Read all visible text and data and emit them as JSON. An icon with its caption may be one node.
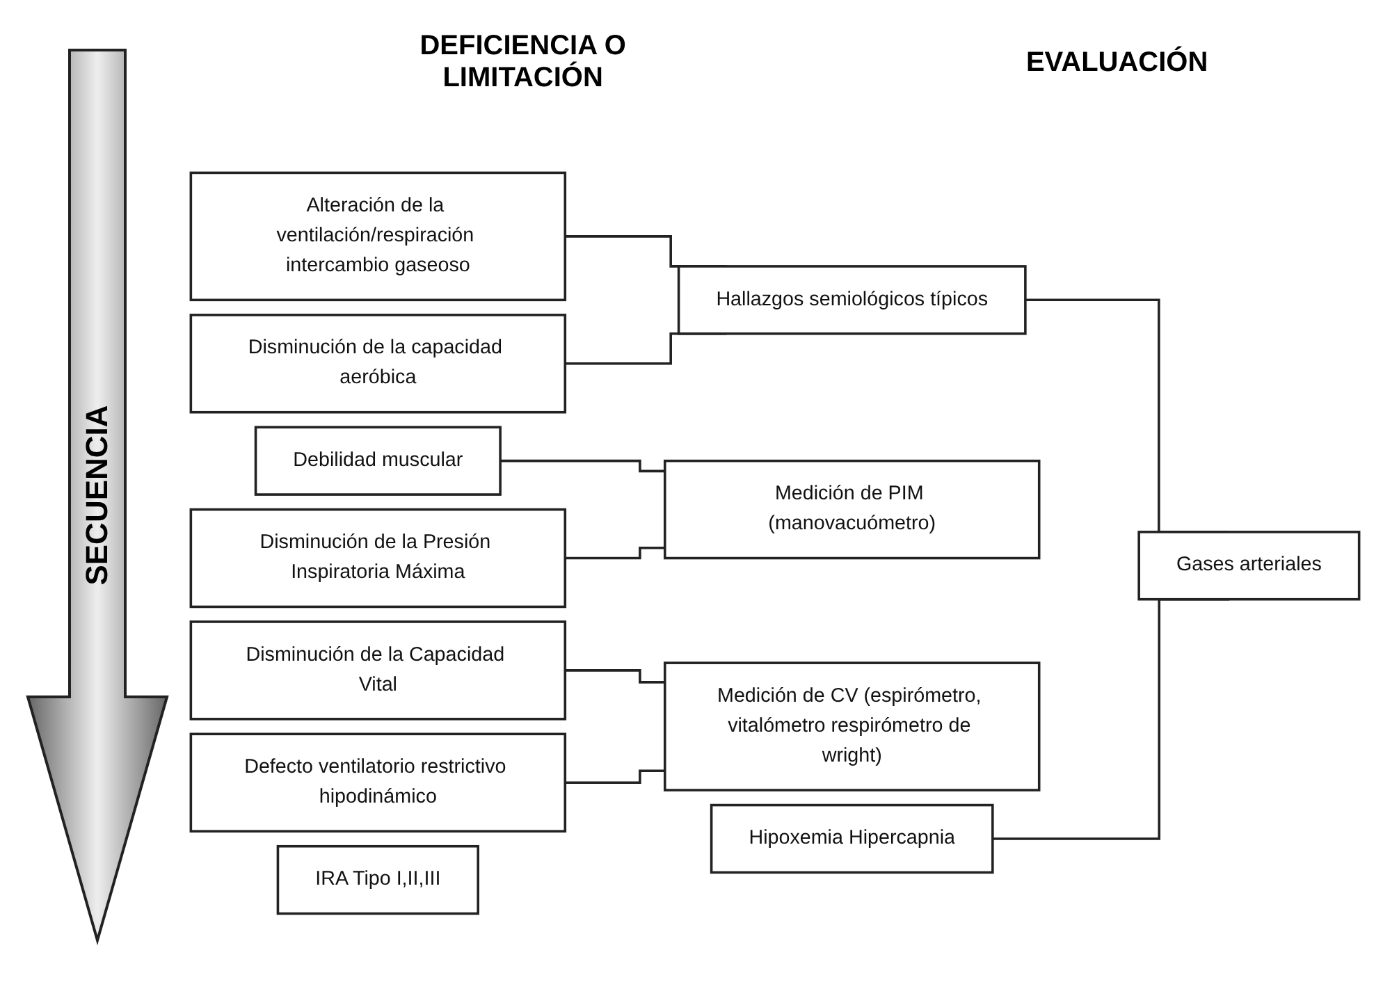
{
  "diagram": {
    "nodes": [
      {
        "text": [
          "Debilidad muscular"
        ]
      },
      {
        "text": [
          "Disminución de la Presión Inspiratoria Máxima"
        ]
      },
      {
        "text": [
          "Disminución de la Capacidad Vital"
        ]
      },
      {
        "text": [
          "Defecto ventilatorio restrictivo hipodinámico"
        ]
      },
      {
        "text": [
          "Alteración de la ventilación/respiración intercambio gaseoso"
        ]
      },
      {
        "text": [
          "Disminución de la capacidad aeróbica"
        ]
      },
      {
        "text": [
          "Hipoxemia Hipercapnia"
        ]
      },
      {
        "text": [
          "IRA Tipo I,II,III"
        ]
      },
      {
        "text": [
          "Medición de PIM (manovacuómetro)"
        ]
      },
      {
        "text": [
          "Medición de CV (espirómetro, vitalómetro respirómetro de wright)"
        ]
      },
      {
        "text": [
          "Hallazgos semiológicos típicos"
        ]
      },
      {
        "text": [
          "Gases arteriales"
        ]
      }
    ],
    "edges": [
      {
        "from": 0,
        "to": 8,
        "arrow": "none"
      },
      {
        "from": 1,
        "to": 8,
        "arrow": "none"
      },
      {
        "from": 2,
        "to": 9,
        "arrow": "none"
      },
      {
        "from": 3,
        "to": 9,
        "arrow": "none"
      },
      {
        "from": 4,
        "to": 10,
        "arrow": "none"
      },
      {
        "from": 5,
        "to": 10,
        "arrow": "none"
      },
      {
        "from": 10,
        "to": 11,
        "arrow": "none"
      },
      {
        "from": 6,
        "to": 11,
        "arrow": "none"
      }
    ],
    "labels": [
      "DEFICIENCIA O LIMITACIÓN",
      "EVALUACIÓN",
      "SECUENCIA"
    ]
  }
}
